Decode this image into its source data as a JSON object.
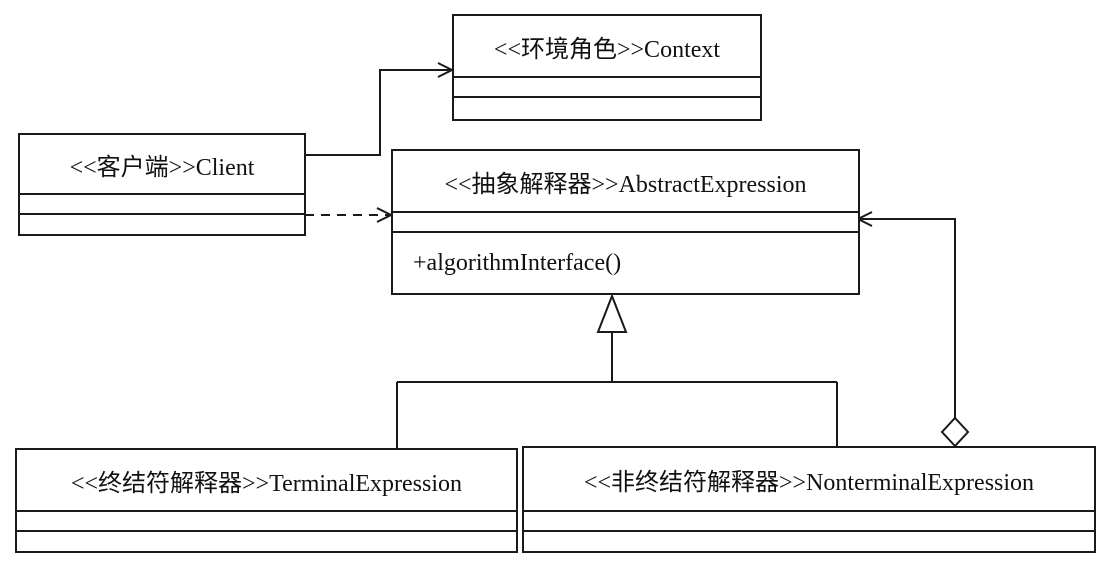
{
  "classes": {
    "context": {
      "name": "<<环境角色>>Context"
    },
    "client": {
      "name": "<<客户端>>Client"
    },
    "abstract_expression": {
      "name": "<<抽象解释器>>AbstractExpression",
      "operations": [
        "+algorithmInterface()"
      ]
    },
    "terminal_expression": {
      "name": "<<终结符解释器>>TerminalExpression"
    },
    "nonterminal_expression": {
      "name": "<<非终结符解释器>>NonterminalExpression"
    }
  },
  "colors": {
    "line": "#1a1a1a",
    "background": "#ffffff"
  }
}
